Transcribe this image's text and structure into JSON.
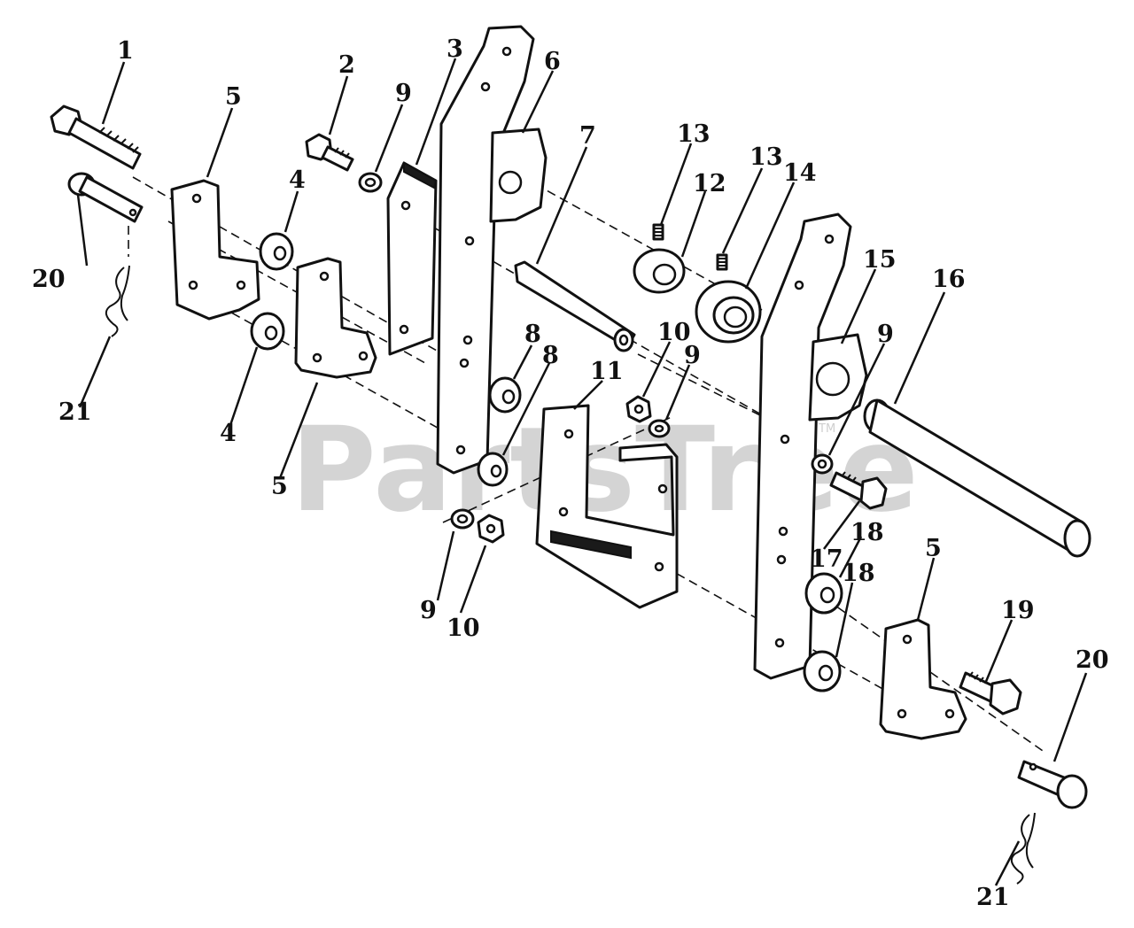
{
  "watermark": {
    "text": "PartsTree",
    "trademark": "TM"
  },
  "callouts": [
    {
      "id": "c1",
      "label": "1"
    },
    {
      "id": "c2",
      "label": "2"
    },
    {
      "id": "c3",
      "label": "3"
    },
    {
      "id": "c4a",
      "label": "4"
    },
    {
      "id": "c4b",
      "label": "4"
    },
    {
      "id": "c5a",
      "label": "5"
    },
    {
      "id": "c5b",
      "label": "5"
    },
    {
      "id": "c5c",
      "label": "5"
    },
    {
      "id": "c6",
      "label": "6"
    },
    {
      "id": "c7",
      "label": "7"
    },
    {
      "id": "c8a",
      "label": "8"
    },
    {
      "id": "c8b",
      "label": "8"
    },
    {
      "id": "c9a",
      "label": "9"
    },
    {
      "id": "c9b",
      "label": "9"
    },
    {
      "id": "c9c",
      "label": "9"
    },
    {
      "id": "c9d",
      "label": "9"
    },
    {
      "id": "c10a",
      "label": "10"
    },
    {
      "id": "c10b",
      "label": "10"
    },
    {
      "id": "c11",
      "label": "11"
    },
    {
      "id": "c12",
      "label": "12"
    },
    {
      "id": "c13a",
      "label": "13"
    },
    {
      "id": "c13b",
      "label": "13"
    },
    {
      "id": "c14",
      "label": "14"
    },
    {
      "id": "c15",
      "label": "15"
    },
    {
      "id": "c16",
      "label": "16"
    },
    {
      "id": "c17",
      "label": "17"
    },
    {
      "id": "c18a",
      "label": "18"
    },
    {
      "id": "c18b",
      "label": "18"
    },
    {
      "id": "c19",
      "label": "19"
    },
    {
      "id": "c20a",
      "label": "20"
    },
    {
      "id": "c20b",
      "label": "20"
    },
    {
      "id": "c21a",
      "label": "21"
    },
    {
      "id": "c21b",
      "label": "21"
    }
  ]
}
